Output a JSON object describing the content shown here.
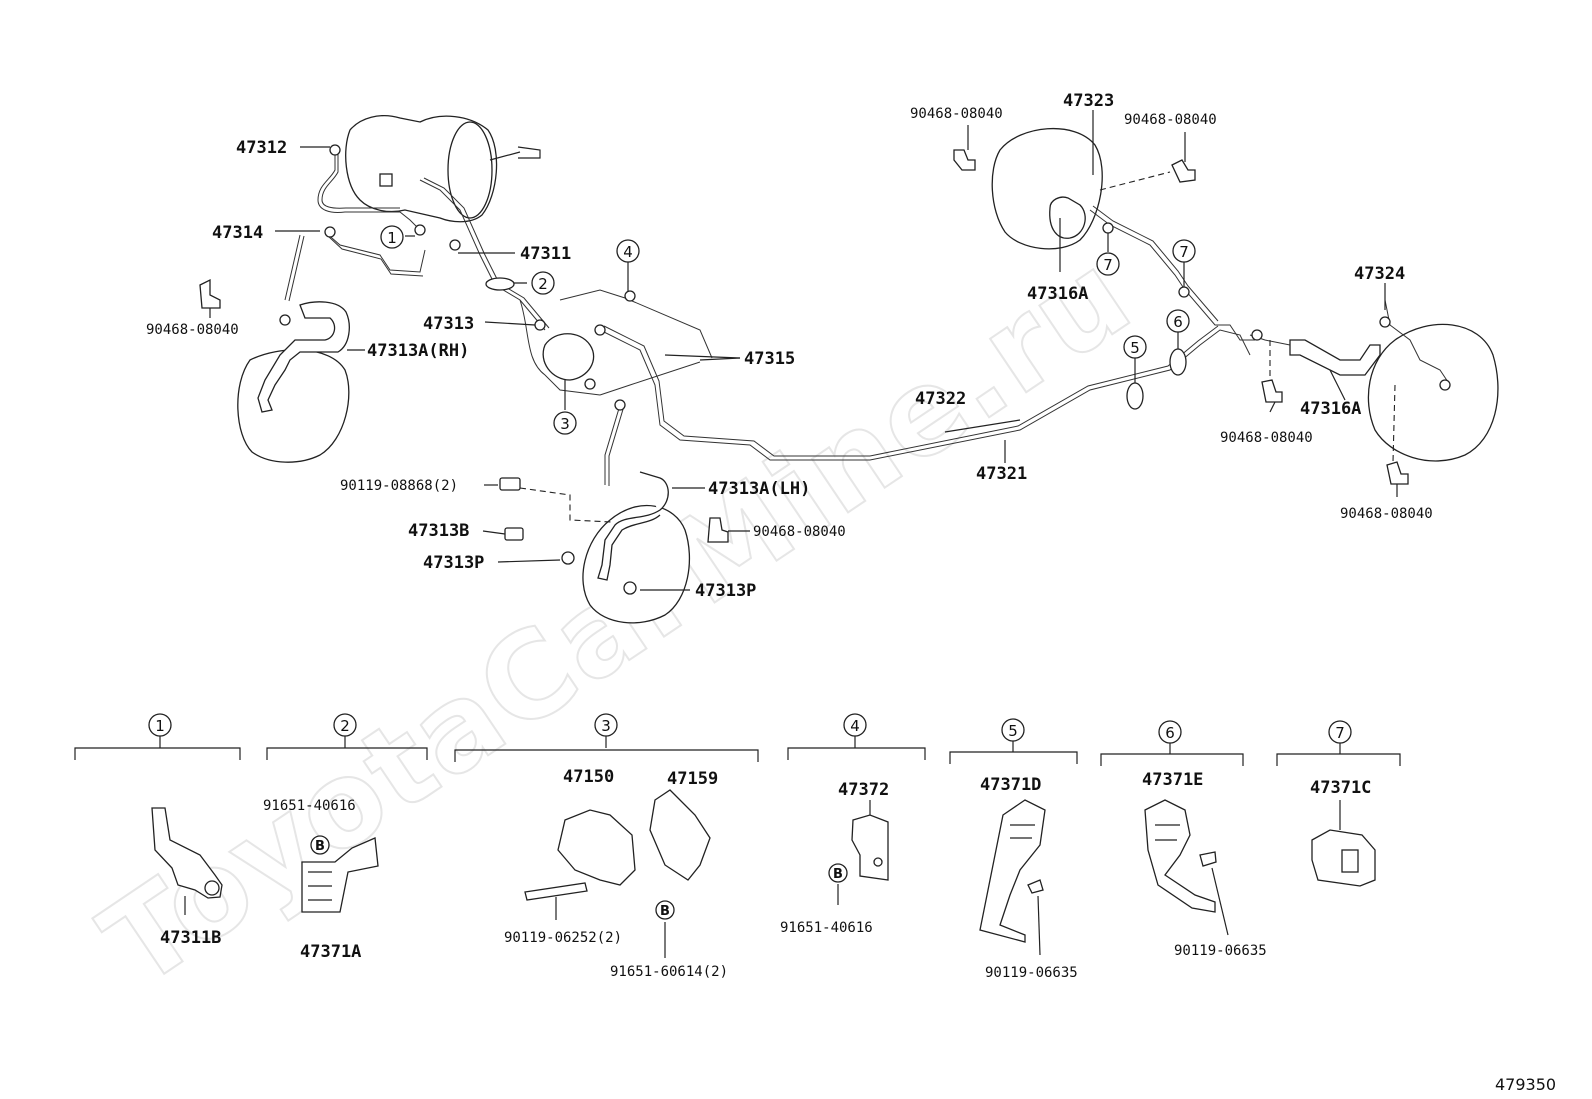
{
  "watermark": "ToyotaCarMine.ru",
  "document_number": "479350",
  "callout_numbers": [
    "1",
    "2",
    "3",
    "4",
    "5",
    "6",
    "7"
  ],
  "bolt_marker": "B",
  "main_labels": {
    "p47312": "47312",
    "p47314": "47314",
    "p47311": "47311",
    "p90468_rh": "90468-08040",
    "p47313": "47313",
    "p47313A_rh": "47313A(RH)",
    "p47315": "47315",
    "p90119_08868": "90119-08868(2)",
    "p47313A_lh": "47313A(LH)",
    "p47313B": "47313B",
    "p90468_lh": "90468-08040",
    "p47313P_a": "47313P",
    "p47313P_b": "47313P",
    "p47322": "47322",
    "p47321": "47321",
    "p90468_tl": "90468-08040",
    "p47323": "47323",
    "p90468_tr": "90468-08040",
    "p47316A_l": "47316A",
    "p47324": "47324",
    "p47316A_r": "47316A",
    "p90468_rm": "90468-08040",
    "p90468_rb": "90468-08040"
  },
  "detail_groups": [
    {
      "number": "1",
      "labels": [
        "47311B"
      ]
    },
    {
      "number": "2",
      "labels": [
        "91651-40616",
        "47371A"
      ]
    },
    {
      "number": "3",
      "labels": [
        "47150",
        "47159",
        "90119-06252(2)",
        "91651-60614(2)"
      ]
    },
    {
      "number": "4",
      "labels": [
        "47372",
        "91651-40616"
      ]
    },
    {
      "number": "5",
      "labels": [
        "47371D",
        "90119-06635"
      ]
    },
    {
      "number": "6",
      "labels": [
        "47371E",
        "90119-06635"
      ]
    },
    {
      "number": "7",
      "labels": [
        "47371C"
      ]
    }
  ]
}
